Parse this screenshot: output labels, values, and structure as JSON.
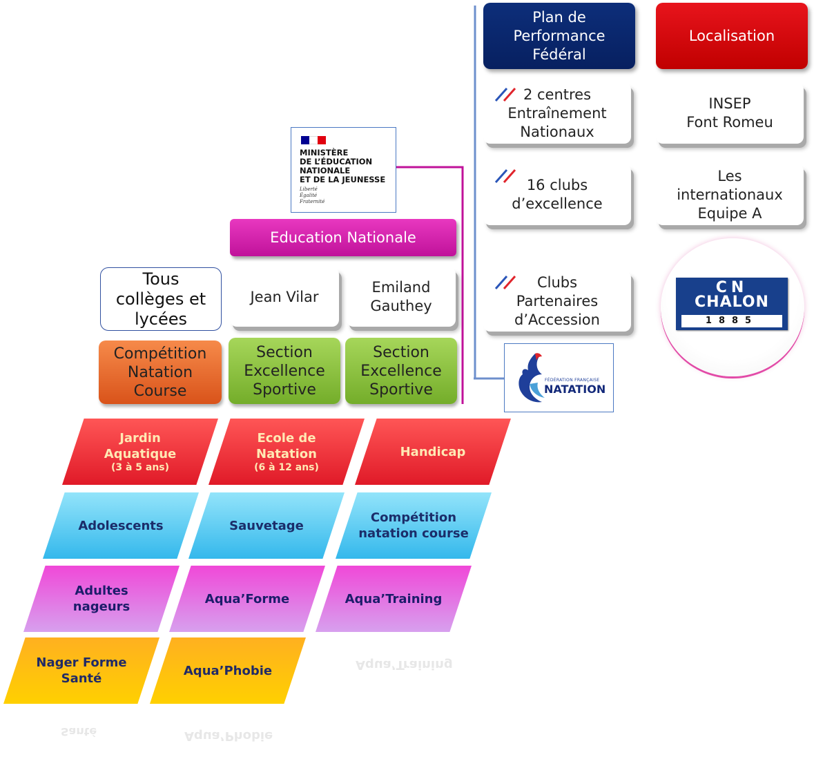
{
  "headers": {
    "plan": "Plan de\nPerformance\nFédéral",
    "localisation": "Localisation"
  },
  "cards": {
    "centres": "2 centres\nEntraînement\nNationaux",
    "insep": "INSEP\nFont Romeu",
    "clubs16": "16 clubs\nd’excellence",
    "internationaux": "Les\ninternationaux\nEquipe A",
    "partenaires": "Clubs\nPartenaires\nd’Accession"
  },
  "ministry": {
    "title": "MINISTÈRE\nDE L’ÉDUCATION\nNATIONALE\nET DE LA JEUNESSE",
    "motto": "Liberté\nÉgalité\nFraternité",
    "colors": [
      "#000091",
      "#ffffff",
      "#e1000f"
    ]
  },
  "education": {
    "title": "Education Nationale",
    "tous": "Tous\ncollèges et\nlycées",
    "jean_vilar": "Jean Vilar",
    "emiland": "Emiland\nGauthey",
    "competition": "Compétition\nNatation\nCourse",
    "section1": "Section\nExcellence\nSportive",
    "section2": "Section\nExcellence\nSportive"
  },
  "ffn": {
    "small": "FÉDÉRATION FRANÇAISE",
    "big": "NATATION"
  },
  "cn_chalon": {
    "line1": "CN",
    "line2": "CHALON",
    "year": "1885"
  },
  "activities": {
    "jardin": "Jardin\nAquatique",
    "jardin_age": "(3 à 5 ans)",
    "ecole": "Ecole de\nNatation",
    "ecole_age": "(6 à 12 ans)",
    "handicap": "Handicap",
    "adolescents": "Adolescents",
    "sauvetage": "Sauvetage",
    "competition": "Compétition\nnatation course",
    "adultes": "Adultes\nnageurs",
    "aquaforme": "Aqua’Forme",
    "aquatraining": "Aqua’Training",
    "nager": "Nager Forme\nSanté",
    "aquaphobie": "Aqua’Phobie"
  },
  "colors": {
    "federal_blue": "#0d2e7a",
    "red": "#e8141c",
    "magenta": "#d01aa8",
    "orange": "#e86a2a",
    "green": "#8cc43c",
    "line_blue": "#6d8fcc",
    "line_magenta": "#c0129a"
  }
}
